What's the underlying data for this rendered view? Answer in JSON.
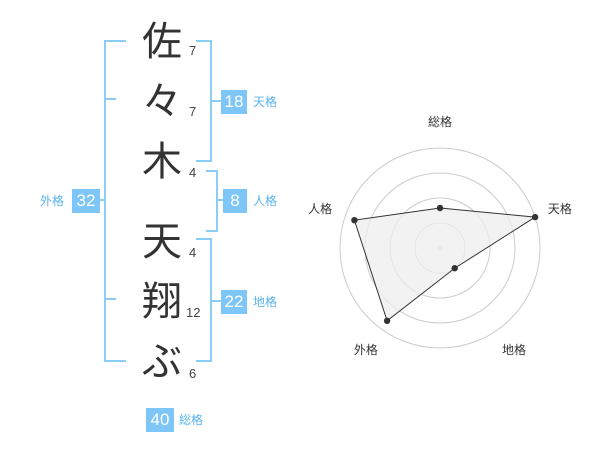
{
  "name_chars": [
    "佐",
    "々",
    "木",
    "天",
    "翔",
    "ぶ"
  ],
  "stroke_counts": [
    "7",
    "7",
    "4",
    "4",
    "12",
    "6"
  ],
  "fortune": {
    "tenkaku": {
      "value": "18",
      "label": "天格"
    },
    "jinkaku": {
      "value": "8",
      "label": "人格"
    },
    "chikaku": {
      "value": "22",
      "label": "地格"
    },
    "gaikaku": {
      "value": "32",
      "label": "外格"
    },
    "soukaku": {
      "value": "40",
      "label": "総格"
    }
  },
  "colors": {
    "accent": "#7ec6f7",
    "bracket": "#8ccdf5",
    "label": "#5ab4ec",
    "radar_fill": "#eeeeee",
    "radar_line": "#333333",
    "grid": "#cccccc"
  },
  "chart_data": {
    "type": "radar",
    "axes": [
      "総格",
      "天格",
      "地格",
      "外格",
      "人格"
    ],
    "values": [
      0.4,
      1.0,
      0.25,
      0.9,
      0.9
    ],
    "range": [
      0,
      1
    ],
    "rings": 4,
    "grid": true
  }
}
